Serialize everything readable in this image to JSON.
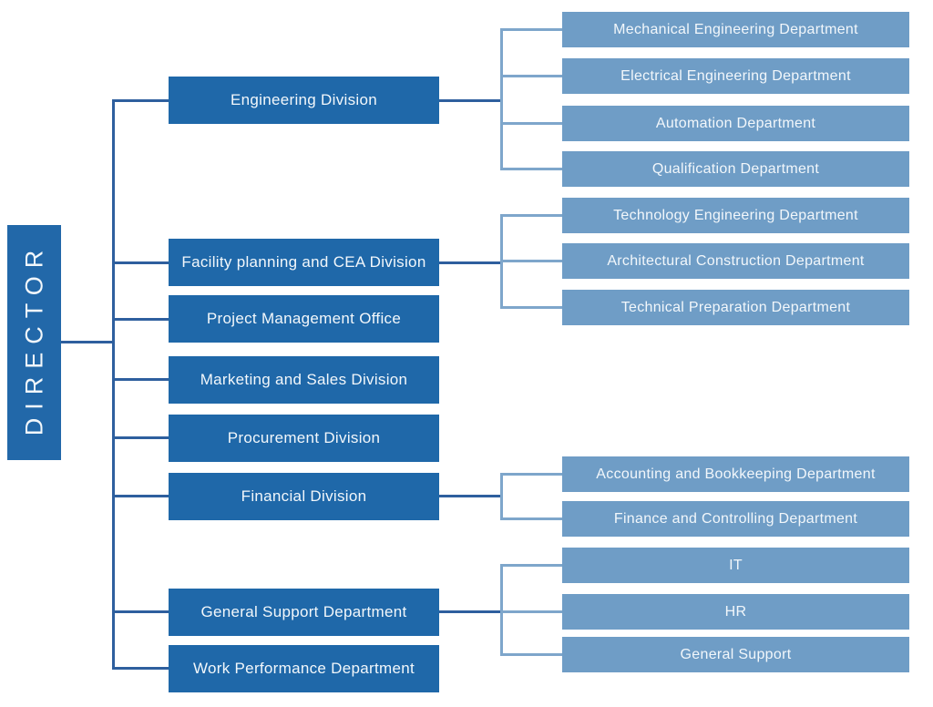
{
  "chart": {
    "type": "org-chart",
    "root": {
      "label": "DIRECTOR"
    },
    "divisions": [
      {
        "label": "Engineering Division",
        "departments": [
          "Mechanical Engineering Department",
          "Electrical Engineering Department",
          "Automation Department",
          "Qualification Department"
        ]
      },
      {
        "label": "Facility planning and CEA Division",
        "departments": [
          "Technology Engineering Department",
          "Architectural Construction Department",
          "Technical Preparation Department"
        ]
      },
      {
        "label": "Project Management Office",
        "departments": []
      },
      {
        "label": "Marketing and Sales Division",
        "departments": []
      },
      {
        "label": "Procurement Division",
        "departments": []
      },
      {
        "label": "Financial Division",
        "departments": [
          "Accounting and Bookkeeping Department",
          "Finance and Controlling Department"
        ]
      },
      {
        "label": "General Support Department",
        "departments": [
          "IT",
          "HR",
          "General Support"
        ]
      },
      {
        "label": "Work Performance Department",
        "departments": []
      }
    ],
    "colors": {
      "division_box": "#1f68a9",
      "department_box": "#6f9dc6",
      "connector_dark": "#2e5f9e",
      "connector_light": "#7ea6cb",
      "text": "#f2f7fb",
      "background": "#ffffff"
    }
  }
}
